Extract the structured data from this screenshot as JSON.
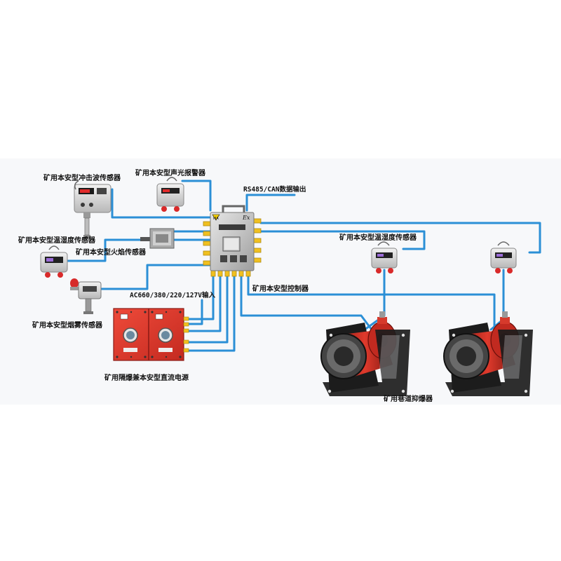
{
  "labels": {
    "shock_wave_sensor": "矿用本安型冲击波传感器",
    "audible_visual_alarm": "矿用本安型声光报警器",
    "rs485_can_output": "RS485/CAN数据输出",
    "temp_humidity_sensor_left": "矿用本安型温湿度传感器",
    "flame_sensor": "矿用本安型火焰传感器",
    "temp_humidity_sensor_right": "矿用本安型温湿度传感器",
    "controller": "矿用本安型控制器",
    "ac_input": "AC660/380/220/127V输入",
    "smoke_sensor": "矿用本安型烟雾传感器",
    "power_supply": "矿用隔爆兼本安型直流电源",
    "suppressor": "矿用巷道抑爆器"
  },
  "controller_marks": {
    "warning": "MA",
    "ex": "Ex"
  },
  "colors": {
    "cable": "#2b8fd6",
    "enclosure_red": "#d9342b",
    "steel": "#b9b9b9",
    "frame_dark": "#1c1c1c"
  }
}
